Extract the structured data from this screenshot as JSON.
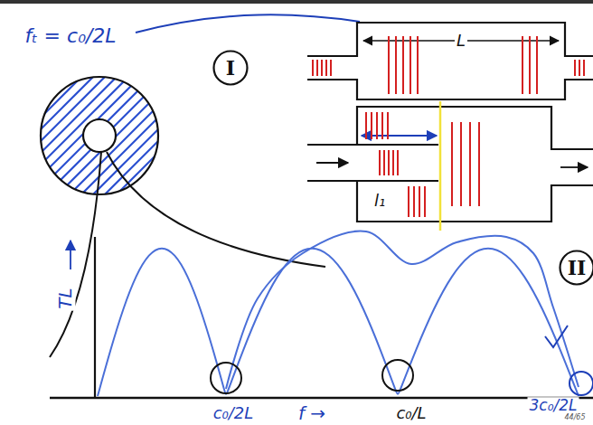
{
  "diagram": {
    "nodes": [
      {
        "text": [
          "I"
        ]
      },
      {
        "text": [
          "II"
        ]
      }
    ],
    "labels": [
      "fₜ = c₀/2L",
      "L",
      "l₁",
      "TL",
      "c₀/2L",
      "f →",
      "c₀/L",
      "3c₀/2L",
      "44/65"
    ]
  }
}
